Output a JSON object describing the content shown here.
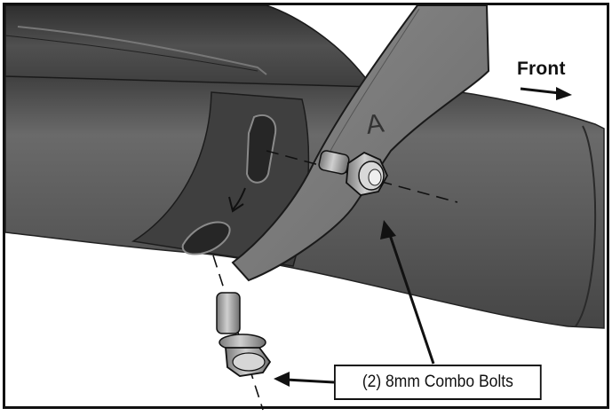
{
  "labels": {
    "direction": "Front",
    "callout": "(2) 8mm Combo Bolts",
    "bracket_mark": "A"
  },
  "colors": {
    "background": "#ffffff",
    "line": "#111111",
    "exhaust_pipe": "#5a5a5a",
    "shield": "#4a4a4a",
    "bracket": "#7a7a7a",
    "bolt": "#9a9a9a"
  },
  "icons": [
    "arrow-right-icon",
    "curved-arrow-icon",
    "leader-arrow-icon"
  ]
}
